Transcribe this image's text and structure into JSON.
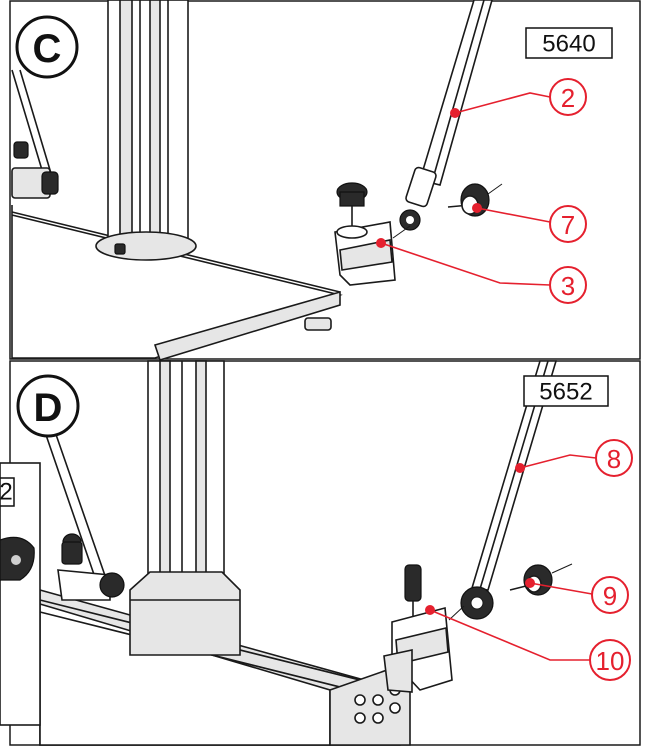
{
  "panels": [
    {
      "step": "C",
      "code": "5640",
      "callouts": [
        "2",
        "7",
        "3"
      ]
    },
    {
      "step": "D",
      "code": "5652",
      "callouts": [
        "8",
        "9",
        "10"
      ]
    }
  ],
  "inset_fragment_text": "2",
  "colors": {
    "callout": "#e5202e",
    "outline": "#1a1a1a"
  }
}
